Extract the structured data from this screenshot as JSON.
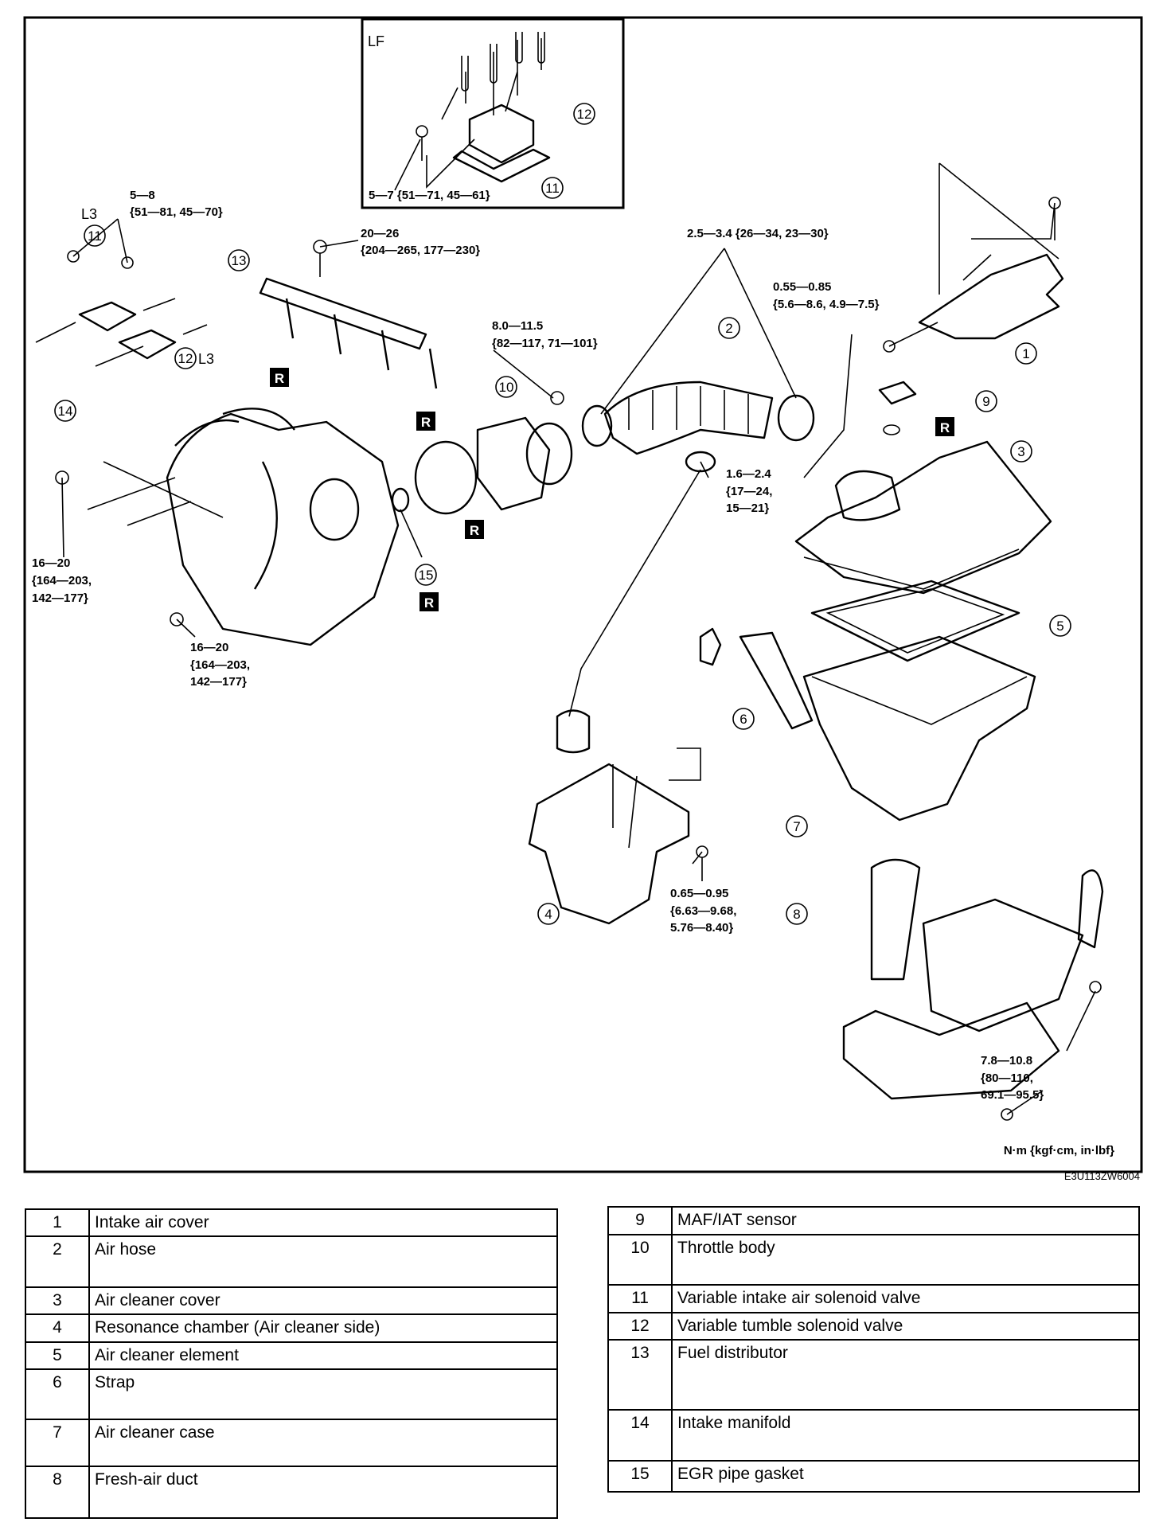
{
  "diagram": {
    "inset_label": "LF",
    "variant_label": "L3",
    "reuse_badge": "R",
    "torque_unit": "N·m {kgf·cm, in·lbf}",
    "figure_code": "E3U113ZW6004",
    "torques": {
      "inset": "5—7 {51—71, 45—61}",
      "solenoid_l1": "5—8",
      "solenoid_l2": "{51—81, 45—70}",
      "fuel_l1": "20—26",
      "fuel_l2": "{204—265, 177—230}",
      "clamp_hose": "2.5—3.4 {26—34, 23—30}",
      "maf_l1": "0.55—0.85",
      "maf_l2": "{5.6—8.6, 4.9—7.5}",
      "throttle_l1": "8.0—11.5",
      "throttle_l2": "{82—117, 71—101}",
      "clamp_l1": "1.6—2.4",
      "clamp_l2": "{17—24,",
      "clamp_l3": "15—21}",
      "manifold_a1": "16—20",
      "manifold_a2": "{164—203,",
      "manifold_a3": "142—177}",
      "manifold_b1": "16—20",
      "manifold_b2": "{164—203,",
      "manifold_b3": "142—177}",
      "resonance_l1": "0.65—0.95",
      "resonance_l2": "{6.63—9.68,",
      "resonance_l3": "5.76—8.40}",
      "duct_l1": "7.8—10.8",
      "duct_l2": "{80—110,",
      "duct_l3": "69.1—95.5}"
    },
    "callouts": [
      "1",
      "2",
      "3",
      "4",
      "5",
      "6",
      "7",
      "8",
      "9",
      "10",
      "11",
      "12",
      "13",
      "14",
      "15"
    ]
  },
  "parts": {
    "left": [
      {
        "num": "1",
        "name": "Intake air cover"
      },
      {
        "num": "2",
        "name": "Air hose"
      },
      {
        "num": "3",
        "name": "Air cleaner cover"
      },
      {
        "num": "4",
        "name": "Resonance chamber (Air cleaner side)"
      },
      {
        "num": "5",
        "name": "Air cleaner element"
      },
      {
        "num": "6",
        "name": "Strap"
      },
      {
        "num": "7",
        "name": "Air cleaner case"
      },
      {
        "num": "8",
        "name": "Fresh-air duct"
      }
    ],
    "right": [
      {
        "num": "9",
        "name": "MAF/IAT sensor"
      },
      {
        "num": "10",
        "name": "Throttle body"
      },
      {
        "num": "11",
        "name": "Variable intake air solenoid valve"
      },
      {
        "num": "12",
        "name": "Variable tumble solenoid valve"
      },
      {
        "num": "13",
        "name": "Fuel distributor"
      },
      {
        "num": "14",
        "name": "Intake manifold"
      },
      {
        "num": "15",
        "name": "EGR pipe gasket"
      }
    ]
  }
}
